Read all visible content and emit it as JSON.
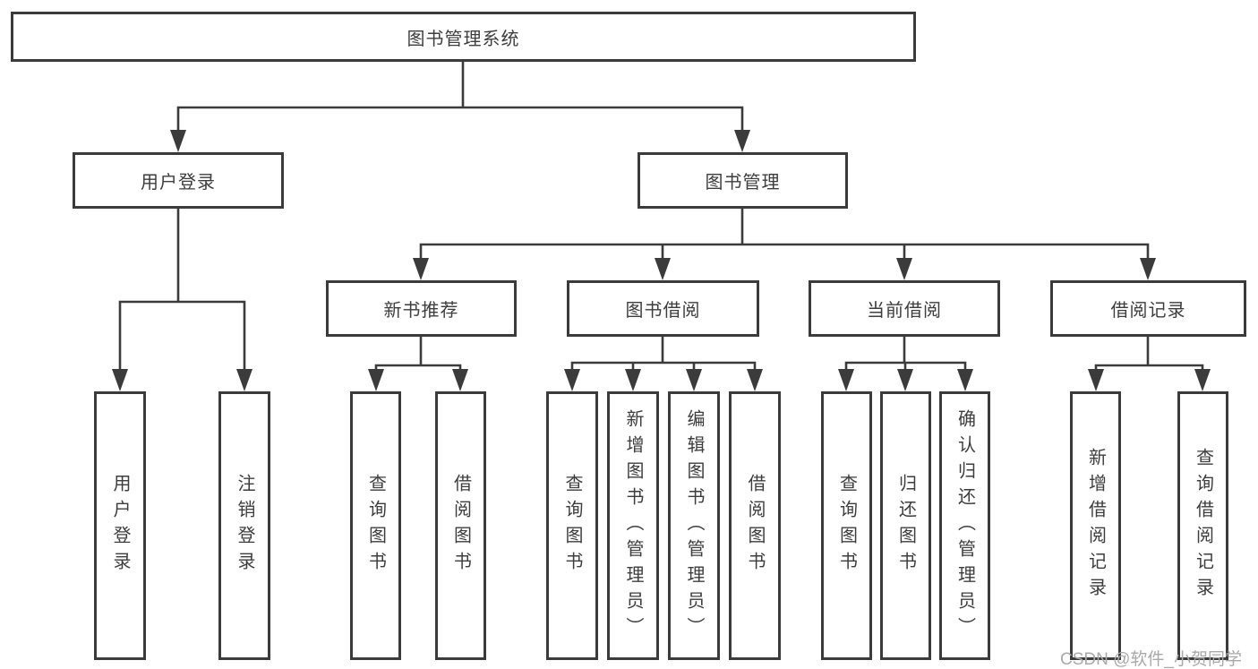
{
  "diagram": {
    "root": {
      "label": "图书管理系统"
    },
    "branches": [
      {
        "label": "用户登录",
        "children": [
          {
            "label": "用户登录"
          },
          {
            "label": "注销登录"
          }
        ]
      },
      {
        "label": "图书管理",
        "children": [
          {
            "label": "新书推荐",
            "children": [
              {
                "label": "查询图书"
              },
              {
                "label": "借阅图书"
              }
            ]
          },
          {
            "label": "图书借阅",
            "children": [
              {
                "label": "查询图书"
              },
              {
                "label": "新增图书（管理员）"
              },
              {
                "label": "编辑图书（管理员）"
              },
              {
                "label": "借阅图书"
              }
            ]
          },
          {
            "label": "当前借阅",
            "children": [
              {
                "label": "查询图书"
              },
              {
                "label": "归还图书"
              },
              {
                "label": "确认归还（管理员）"
              }
            ]
          },
          {
            "label": "借阅记录",
            "children": [
              {
                "label": "新增借阅记录"
              },
              {
                "label": "查询借阅记录"
              }
            ]
          }
        ]
      }
    ],
    "watermark": "CSDN @软件_小贺同学",
    "colors": {
      "line": "#3b3b3b",
      "text": "#3d3d3d",
      "watermark": "#a9a9a9",
      "background": "#ffffff"
    }
  }
}
